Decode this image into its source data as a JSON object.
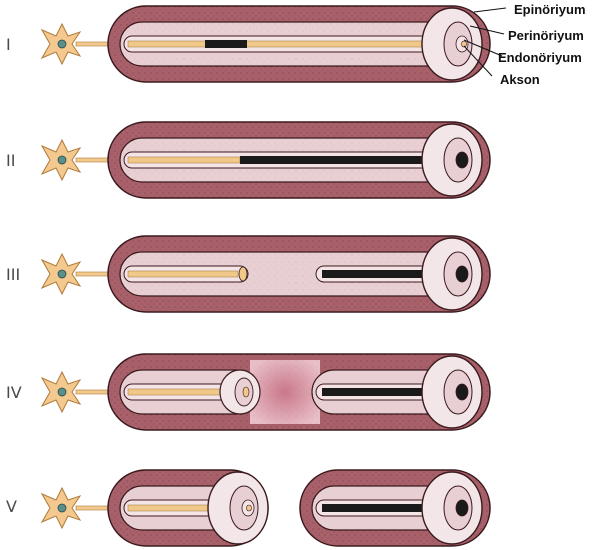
{
  "stages": [
    {
      "numeral": "I"
    },
    {
      "numeral": "II"
    },
    {
      "numeral": "III"
    },
    {
      "numeral": "IV"
    },
    {
      "numeral": "V"
    }
  ],
  "layer_labels": {
    "epineurium": "Epinöriyum",
    "perineurium": "Perinöriyum",
    "endoneurium": "Endonöriyum",
    "axon": "Akson"
  },
  "colors": {
    "epineurium": "#a8606a",
    "epineurium_dark": "#5a2a30",
    "perineurium": "#e8cfd3",
    "endoneurium": "#f5e4e6",
    "axon_intact": "#f0c98a",
    "axon_degenerated": "#1a1a1a",
    "neuron_body": "#f3c98f",
    "neuron_nucleus": "#5a8f8a",
    "scar_tissue": "#d89aa6"
  }
}
